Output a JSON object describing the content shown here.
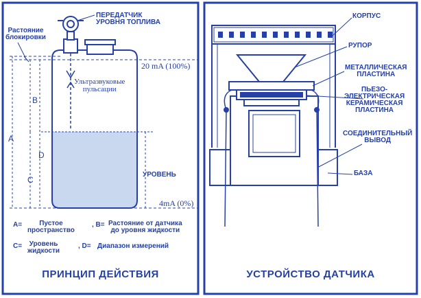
{
  "colors": {
    "line": "#2540a8",
    "liquid": "#c9d8ee",
    "panel_bg": "#ffffff"
  },
  "left_panel": {
    "transmitter_label": "ПЕРЕДАТЧИК\nУРОВНЯ ТОПЛИВА",
    "blocking_distance_label": "Растояние\nблокировки",
    "level_20ma": "20 mA (100%)",
    "ultrasonic_label": "Ультразвуковые\nпульсации",
    "letter_a": "A",
    "letter_b": "B",
    "letter_c": "C",
    "letter_d": "D",
    "level_label": "УРОВЕНЬ",
    "level_4ma": "4mA (0%)",
    "legend": {
      "a_key": "A=",
      "a_text": "Пустое\nпространство",
      "b_key": ", B=",
      "b_text": "Растояние от датчика\nдо уровня жидкости",
      "c_key": "C=",
      "c_text": "Уровень\nжидкости",
      "d_key": ", D=",
      "d_text": "Диапазон измерений"
    },
    "title": "ПРИНЦИП ДЕЙСТВИЯ"
  },
  "right_panel": {
    "housing_label": "КОРПУС",
    "horn_label": "РУПОР",
    "metal_plate_label": "МЕТАЛЛИЧЕСКАЯ\nПЛАСТИНА",
    "piezo_label": "ПЬЕЗО-\nЭЛЕКТРИЧЕСКАЯ\nКЕРАМИЧЕСКАЯ\nПЛАСТИНА",
    "connector_label": "СОЕДИНИТЕЛЬНЫЙ\nВЫВОД",
    "base_label": "БАЗА",
    "title": "УСТРОЙСТВО ДАТЧИКА"
  }
}
